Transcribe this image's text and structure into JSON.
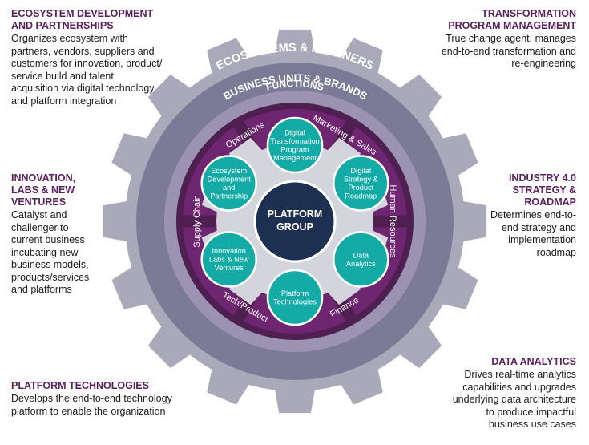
{
  "callouts": {
    "ecosystem": {
      "title": "ECOSYSTEM DEVELOPMENT AND PARTNERSHIPS",
      "desc": "Organizes ecosystem with partners, vendors, suppliers and customers for innovation, product/ service build and talent acquisition via digital technology and platform integration"
    },
    "transformation": {
      "title": "TRANSFORMATION PROGRAM MANAGEMENT",
      "desc": "True change agent, manages end-to-end transformation and re-engineering"
    },
    "innovation": {
      "title": "INNOVATION, LABS & NEW VENTURES",
      "desc": "Catalyst and challenger to current business incubating new business models, products/services and platforms"
    },
    "industry": {
      "title": "INDUSTRY 4.0 STRATEGY & ROADMAP",
      "desc": "Determines end-to-end strategy and implementation roadmap"
    },
    "platform": {
      "title": "PLATFORM TECHNOLOGIES",
      "desc": "Develops the end-to-end technology platform to enable the organization"
    },
    "data": {
      "title": "DATA ANALYTICS",
      "desc": "Drives real-time analytics capabilities and upgrades underlying data architecture to produce impactful business use cases"
    }
  },
  "rings": {
    "outer": "ECOSYSTEMS & PARTNERS",
    "middle": "BUSINESS UNITS & BRANDS",
    "inner": "FUNCTIONS"
  },
  "functions": [
    "Operations",
    "Marketing & Sales",
    "Human Resources",
    "Finance",
    "Tech/Product",
    "Supply Chain"
  ],
  "nodes": [
    {
      "lines": [
        "Digital",
        "Transformation",
        "Program",
        "Management"
      ]
    },
    {
      "lines": [
        "Digital",
        "Strategy &",
        "Product",
        "Roadmap"
      ]
    },
    {
      "lines": [
        "Data",
        "Analytics"
      ]
    },
    {
      "lines": [
        "Platform",
        "Technologies"
      ]
    },
    {
      "lines": [
        "Innovation",
        "Labs & New",
        "Ventures"
      ]
    },
    {
      "lines": [
        "Ecosystem",
        "Development",
        "and",
        "Partnership"
      ]
    }
  ],
  "center": {
    "line1": "PLATFORM",
    "line2": "GROUP"
  },
  "colors": {
    "outer_gear": "#a9a9b9",
    "outer_ring": "#7b7a97",
    "middle_ring": "#9c93b2",
    "inner_ring": "#4e1f50",
    "segment": "#6f2670",
    "inner_gear": "#d4d4dc",
    "node": "#14aaa6",
    "center": "#1d3052",
    "title": "#5b1f5e"
  }
}
